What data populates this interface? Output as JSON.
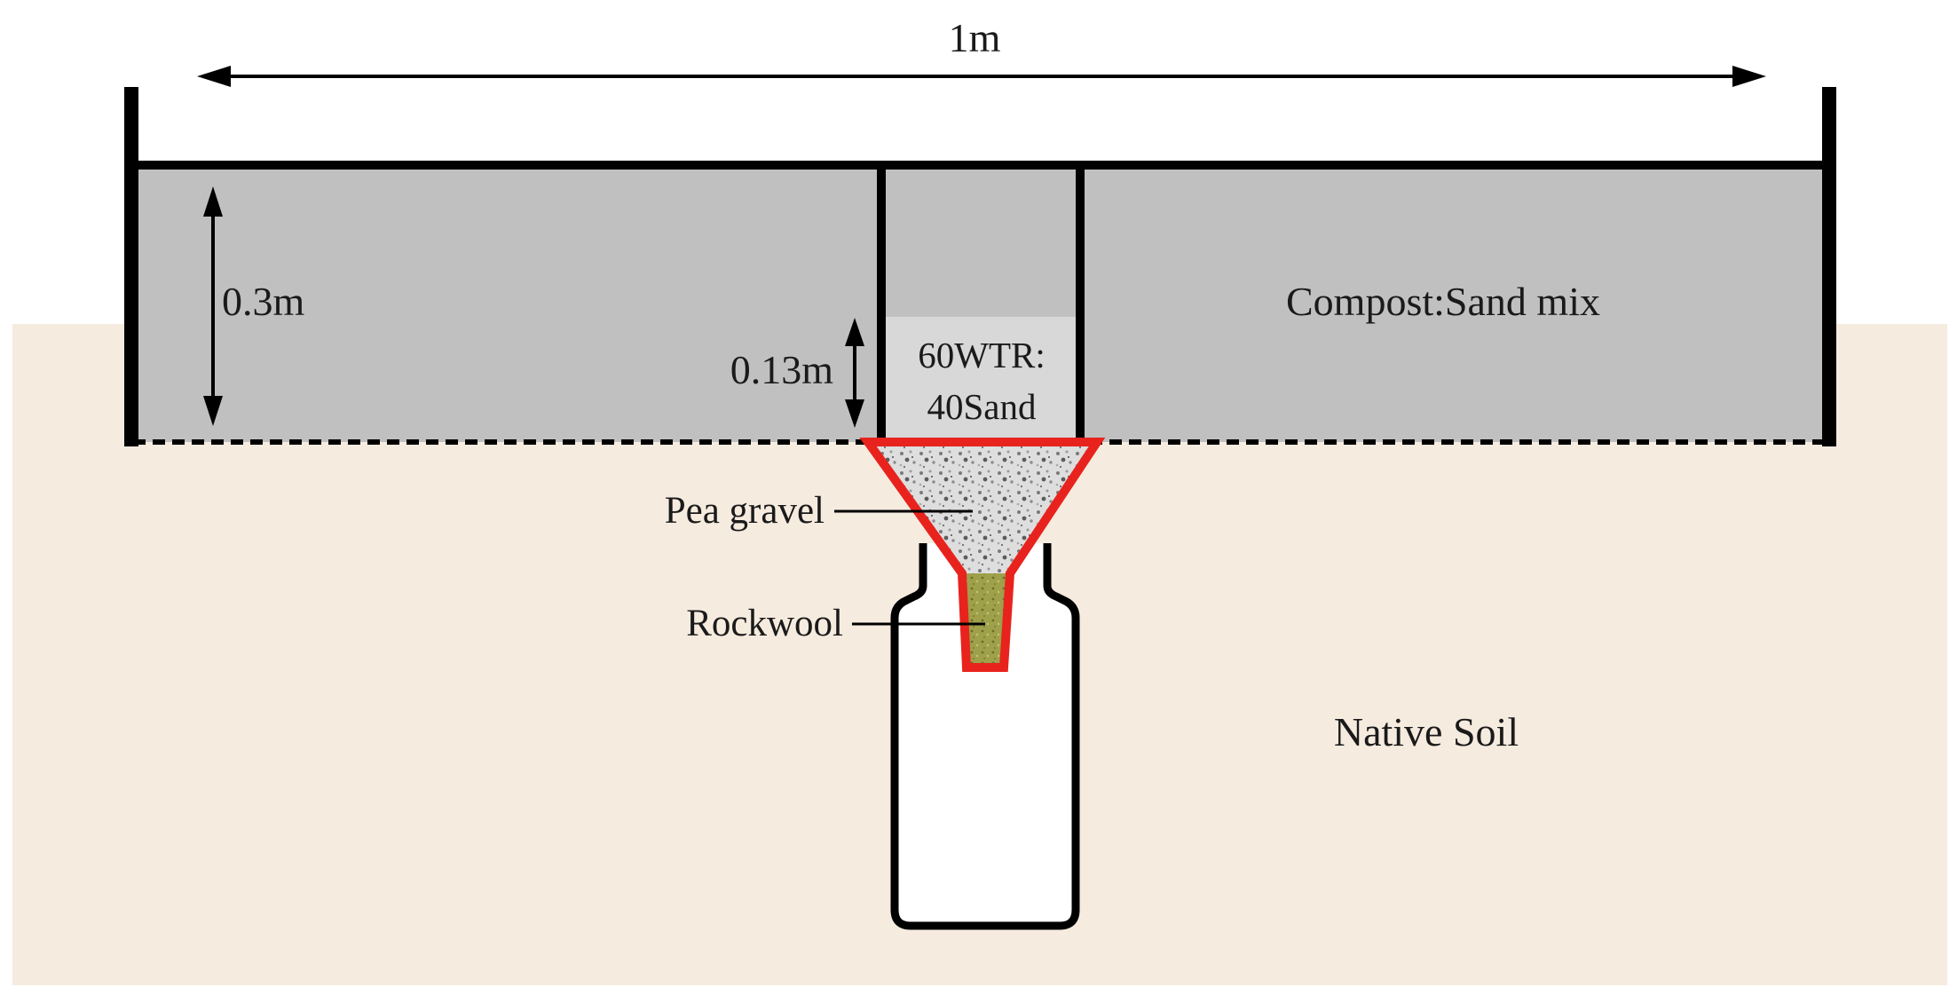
{
  "labels": {
    "width_dimension": "1m",
    "depth_dimension": "0.3m",
    "insert_depth_dimension": "0.13m",
    "media_line1": "60WTR:",
    "media_line2": "40Sand",
    "compost_mix": "Compost:Sand mix",
    "pea_gravel": "Pea gravel",
    "rockwool": "Rockwool",
    "native_soil": "Native Soil"
  },
  "colors": {
    "native_soil": "#f6ebdf",
    "compost_mix": "#c0c0c0",
    "wtr_sand_mix": "#d8d8d8",
    "pea_gravel": "#dcdcdc",
    "rockwool": "#9fa04a",
    "funnel_outline": "#e8231d",
    "structure_lines": "#000000"
  }
}
